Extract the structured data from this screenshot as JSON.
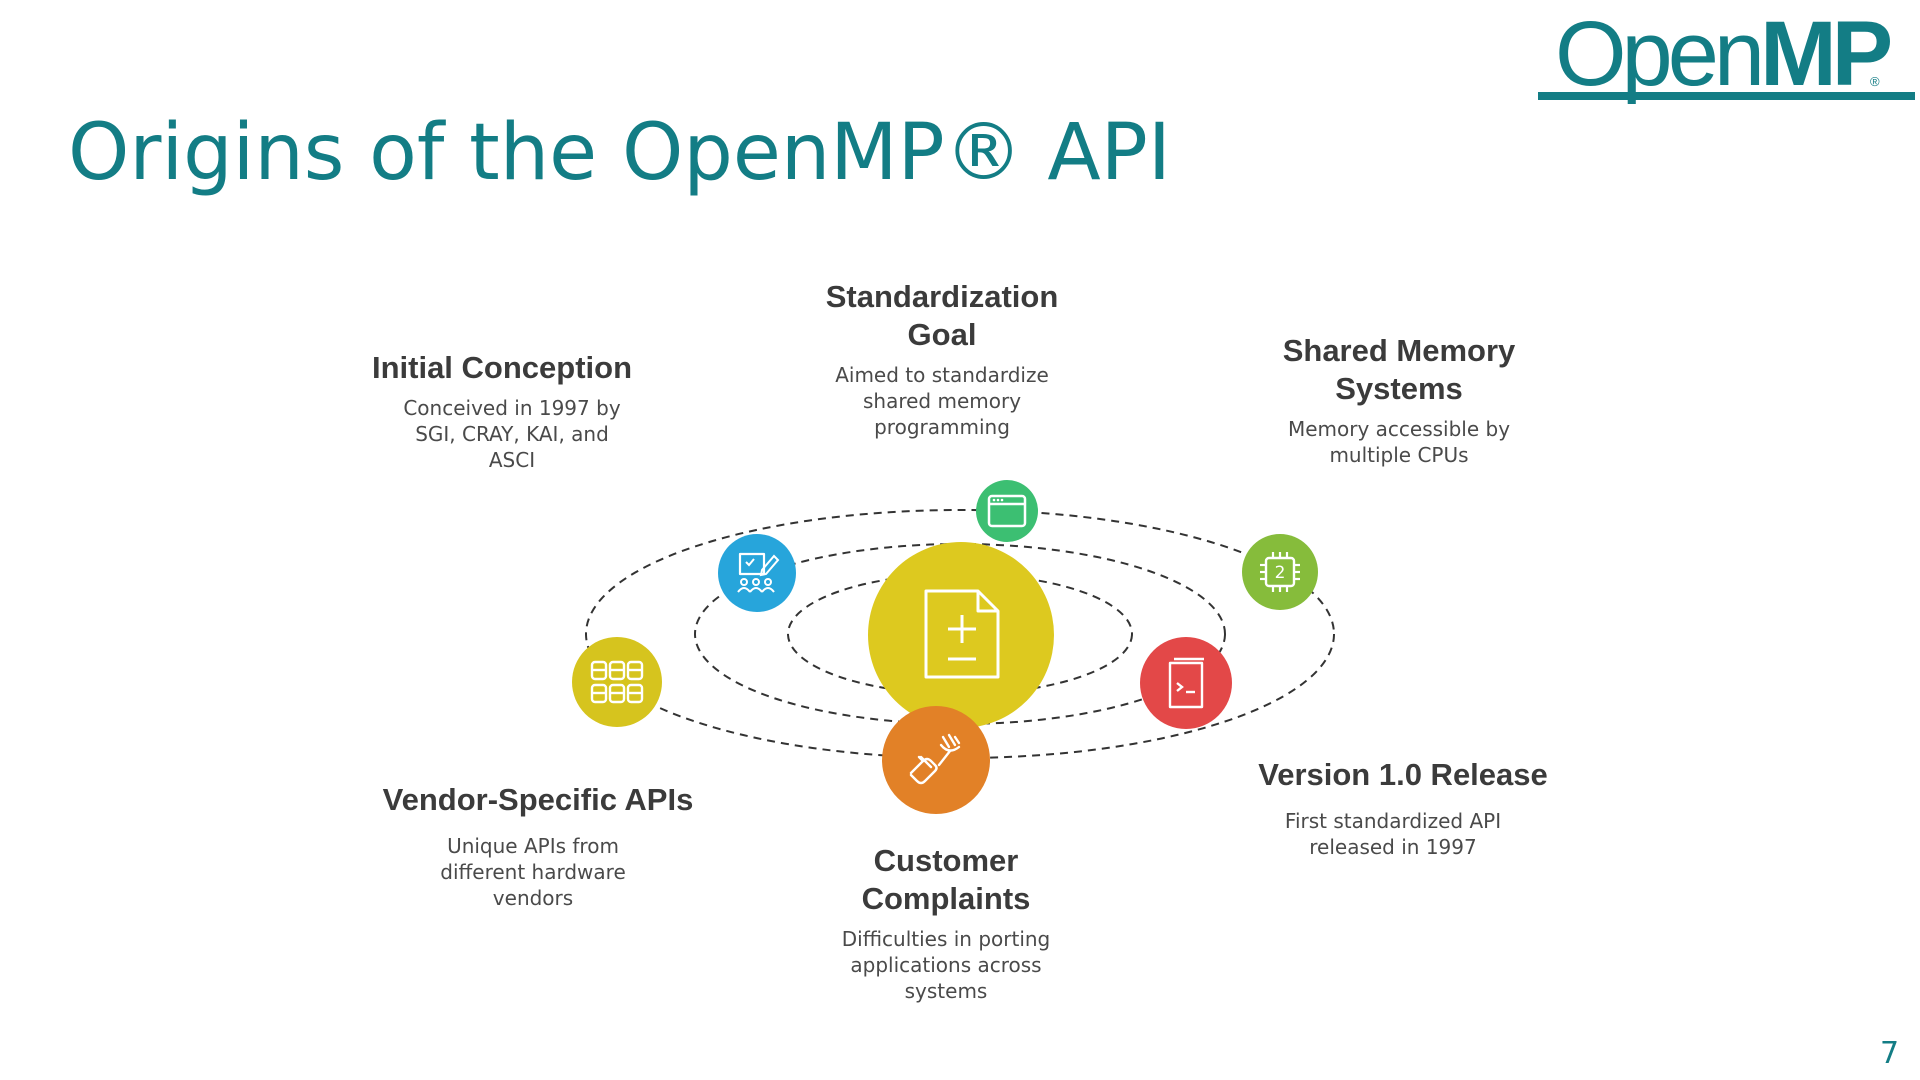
{
  "slide": {
    "title": "Origins of the OpenMP® API",
    "page_number": "7"
  },
  "logo": {
    "part1": "Open",
    "part2": "MP",
    "registered": "®"
  },
  "diagram": {
    "center": {
      "icon": "document-plus-minus-icon",
      "color": "#ddc91f"
    },
    "nodes": [
      {
        "key": "initial-conception",
        "title": "Initial Conception",
        "description": "Conceived in 1997 by SGI, CRAY, KAI, and ASCI",
        "icon": "whiteboard-team-icon",
        "color": "#27a5db"
      },
      {
        "key": "standardization-goal",
        "title": "Standardization Goal",
        "description": "Aimed to standardize shared memory programming",
        "icon": "browser-window-icon",
        "color": "#3cbf72"
      },
      {
        "key": "shared-memory-systems",
        "title": "Shared Memory Systems",
        "description": "Memory accessible by multiple CPUs",
        "icon": "cpu-chip-icon",
        "color": "#86bc3b"
      },
      {
        "key": "version-release",
        "title": "Version 1.0 Release",
        "description": "First standardized API released in 1997",
        "icon": "terminal-book-icon",
        "color": "#e34848"
      },
      {
        "key": "customer-complaints",
        "title": "Customer Complaints",
        "description": "Difficulties in porting applications across systems",
        "icon": "hand-fork-icon",
        "color": "#e28127"
      },
      {
        "key": "vendor-specific-apis",
        "title": "Vendor-Specific APIs",
        "description": "Unique APIs from different hardware vendors",
        "icon": "grid-blocks-icon",
        "color": "#d6c41e"
      }
    ]
  }
}
